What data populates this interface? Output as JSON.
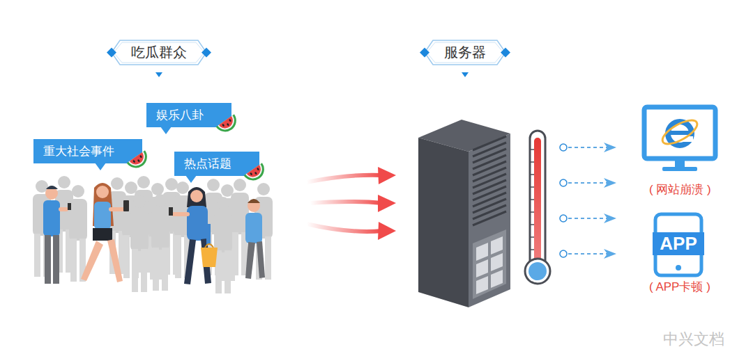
{
  "diagram": {
    "nodes": [
      {
        "text": [
          "吃瓜群众"
        ]
      },
      {
        "text": [
          "服务器"
        ]
      },
      {
        "text": [
          "娱乐八卦"
        ]
      },
      {
        "text": [
          "重大社会事件"
        ]
      },
      {
        "text": [
          "热点话题"
        ]
      },
      {
        "text": [
          "APP"
        ]
      }
    ],
    "labels": [
      "( 网站崩溃 )",
      "( APP卡顿 )",
      "中兴文档"
    ]
  }
}
